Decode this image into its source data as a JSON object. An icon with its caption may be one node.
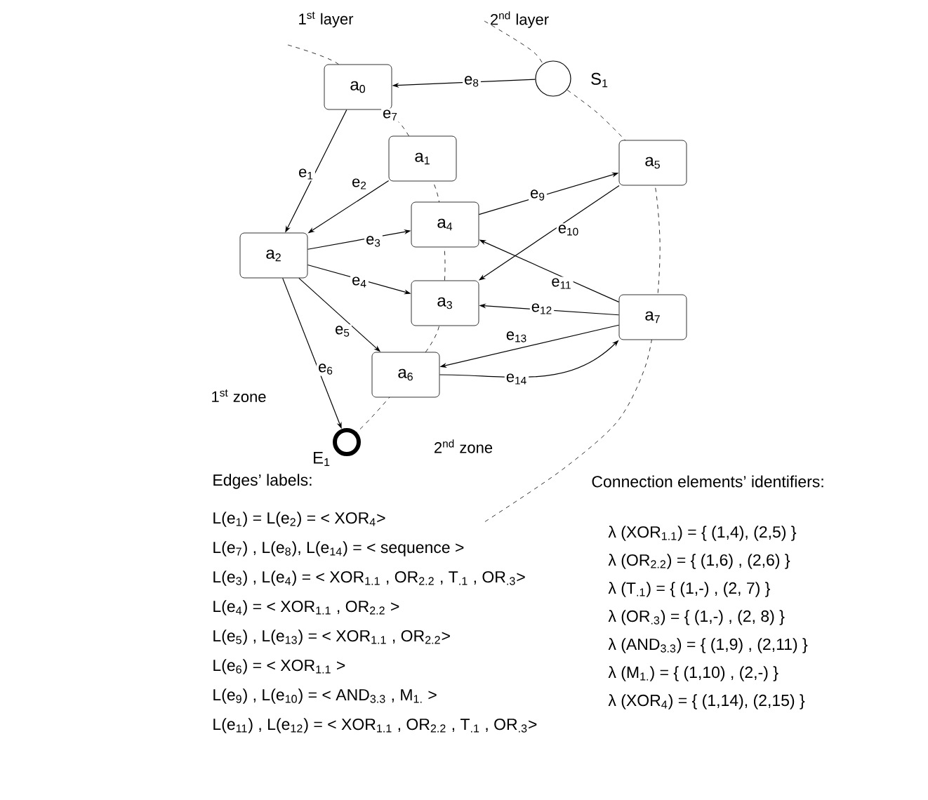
{
  "diagram": {
    "nodes": [
      {
        "text": [],
        "shape": "circle",
        "beside": [
          "S$_{1}$"
        ]
      },
      {
        "text": [
          "a$_{0}$"
        ]
      },
      {
        "text": [
          "a$_{1}$"
        ]
      },
      {
        "text": [
          "a$_{5}$"
        ]
      },
      {
        "text": [
          "a$_{4}$"
        ]
      },
      {
        "text": [
          "a$_{2}$"
        ]
      },
      {
        "text": [
          "a$_{3}$"
        ]
      },
      {
        "text": [
          "a$_{7}$"
        ]
      },
      {
        "text": [
          "a$_{6}$"
        ]
      },
      {
        "text": [],
        "shape": "circle",
        "beside": [
          "E$_{1}$"
        ]
      }
    ],
    "edges": [
      {
        "from": 1,
        "to": 5,
        "arrow": "to",
        "label": "e$_{1}$"
      },
      {
        "from": 2,
        "to": 5,
        "arrow": "to",
        "label": "e$_{2}$"
      },
      {
        "from": 5,
        "to": 4,
        "arrow": "to",
        "label": "e$_{3}$"
      },
      {
        "from": 5,
        "to": 6,
        "arrow": "to",
        "label": "e$_{4}$"
      },
      {
        "from": 5,
        "to": 8,
        "arrow": "to",
        "label": "e$_{5}$"
      },
      {
        "from": 5,
        "to": 9,
        "arrow": "to",
        "label": "e$_{6}$"
      },
      {
        "from": 0,
        "to": 1,
        "arrow": "to",
        "label": "e$_{8}$"
      },
      {
        "from": 4,
        "to": 3,
        "arrow": "to",
        "label": "e$_{9}$"
      },
      {
        "from": 3,
        "to": 6,
        "arrow": "to",
        "label": "e$_{10}$"
      },
      {
        "from": 7,
        "to": 4,
        "arrow": "to",
        "label": "e$_{11}$"
      },
      {
        "from": 7,
        "to": 6,
        "arrow": "to",
        "label": "e$_{12}$"
      },
      {
        "from": 7,
        "to": 8,
        "arrow": "to",
        "label": "e$_{13}$"
      },
      {
        "from": 8,
        "to": 7,
        "arrow": "to",
        "label": "e$_{14}$"
      }
    ],
    "labels": [
      "1$^{st}$ layer",
      "2$^{nd}$ layer",
      "e$_{7}$",
      "1$^{st}$ zone",
      "2$^{nd}$ zone",
      "Edges’ labels:",
      "L(e$_{1}$) = L(e$_{2}$) = < XOR$_{4}$>",
      "L(e$_{7}$) , L(e$_{8}$), L(e$_{14}$) = < sequence >",
      "L(e$_{3}$) , L(e$_{4}$) = < XOR$_{1.1}$ , OR$_{2.2}$ , T$_{.1}$ , OR$_{.3}$>",
      "L(e$_{4}$) = < XOR$_{1.1}$ , OR$_{2.2}$ >",
      "L(e$_{5}$) , L(e$_{13}$) = < XOR$_{1.1}$ , OR$_{2.2}$>",
      "L(e$_{6}$) = < XOR$_{1.1}$ >",
      "L(e$_{9}$) , L(e$_{10}$) = < AND$_{3.3}$ , M$_{1.}$ >",
      "L(e$_{11}$) , L(e$_{12}$) = < XOR$_{1.1}$ , OR$_{2.2}$ , T$_{.1}$ , OR$_{.3}$>",
      "Connection elements’ identifiers:",
      "λ (XOR$_{1.1}$) = { (1,4), (2,5) }",
      "λ (OR$_{2.2}$) = { (1,6) , (2,6) }",
      "λ (T$_{.1}$) = { (1,-) , (2, 7) }",
      "λ (OR$_{.3}$) = { (1,-) , (2, 8) }",
      "λ (AND$_{3.3}$) = { (1,9) , (2,11) }",
      "λ (M$_{1.}$) = { (1,10) , (2,-) }",
      "λ (XOR$_{4}$) = { (1,14), (2,15) }"
    ]
  }
}
